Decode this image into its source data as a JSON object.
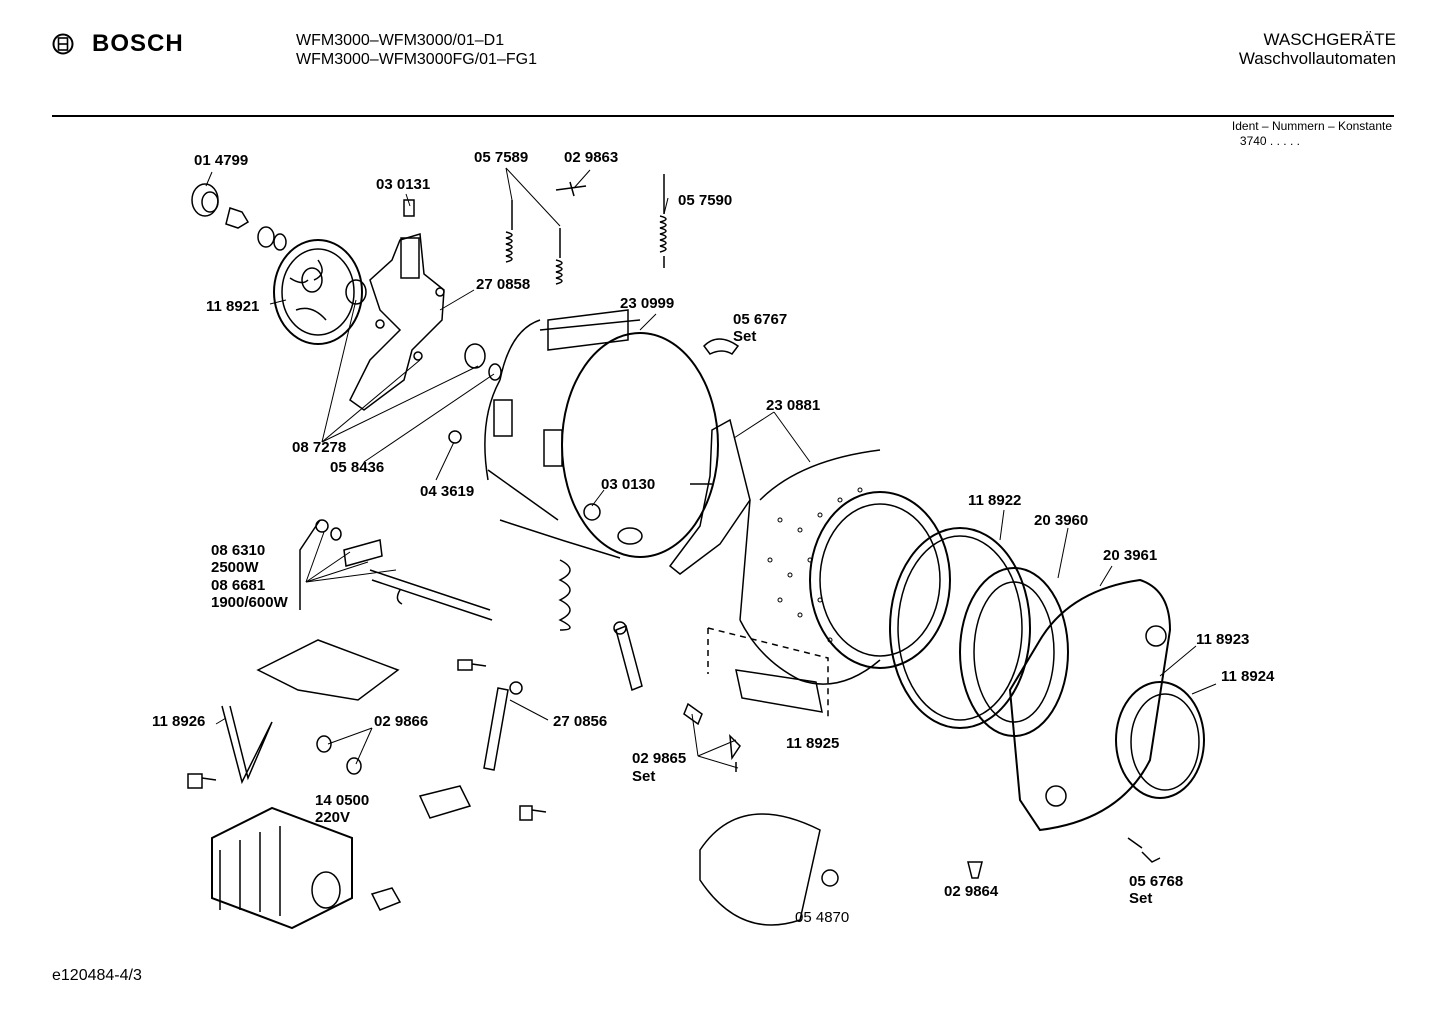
{
  "header": {
    "brand": "BOSCH",
    "models": [
      "WFM3000–WFM3000/01–D1",
      "WFM3000–WFM3000FG/01–FG1"
    ],
    "category": [
      "WASCHGERÄTE",
      "Waschvollautomaten"
    ]
  },
  "ident": {
    "title": "Ident – Nummern – Konstante",
    "value": "3740 .  .  .  .  ."
  },
  "parts": [
    "01 4799",
    "03 0131",
    "05 7589",
    "02 9863",
    "05 7590",
    "11 8921",
    "27 0858",
    "23 0999",
    "05 6767",
    "Set",
    "23 0881",
    "08 7278",
    "05 8436",
    "04 3619",
    "03 0130",
    "11 8922",
    "20 3960",
    "20 3961",
    "08 6310",
    "2500W",
    "08 6681",
    "1900/600W",
    "11 8923",
    "11 8924",
    "11 8926",
    "02 9866",
    "27 0856",
    "02 9865",
    "Set",
    "11 8925",
    "14 0500",
    "220V",
    "05 4870",
    "02 9864",
    "05 6768",
    "Set"
  ],
  "footer": "e120484-4/3"
}
